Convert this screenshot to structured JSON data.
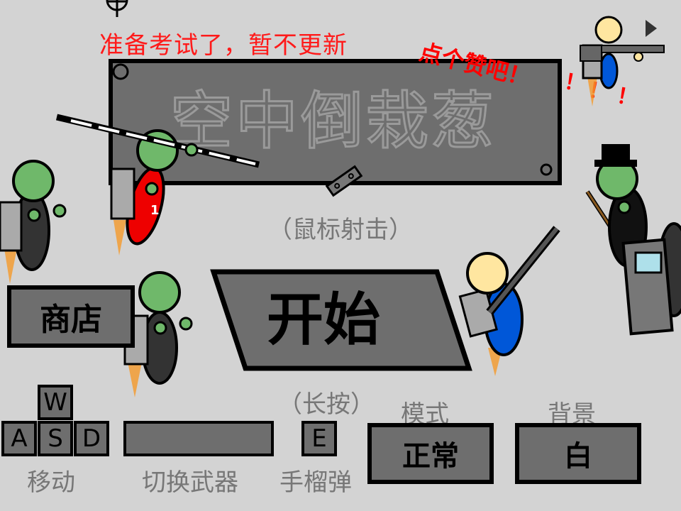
{
  "notice": "准备考试了，暂不更新",
  "like_prompt": "点个赞吧！",
  "like_exclaims": [
    "！",
    "！",
    "！"
  ],
  "title": "空中倒栽葱",
  "mouse_hint": "（鼠标射击）",
  "start_button": "开始",
  "shop_button": "商店",
  "long_press_hint": "（长按）",
  "controls": {
    "move_keys": [
      "W",
      "A",
      "S",
      "D"
    ],
    "move_label": "移动",
    "switch_weapon_label": "切换武器",
    "grenade_key": "E",
    "grenade_label": "手榴弹"
  },
  "mode": {
    "label": "模式",
    "value": "正常"
  },
  "background": {
    "label": "背景",
    "value": "白"
  },
  "player_number": "1",
  "colors": {
    "background": "#d3d3d3",
    "panel": "#6e6e6e",
    "accent_red": "#ff0000",
    "zombie_green": "#6fb86a"
  }
}
